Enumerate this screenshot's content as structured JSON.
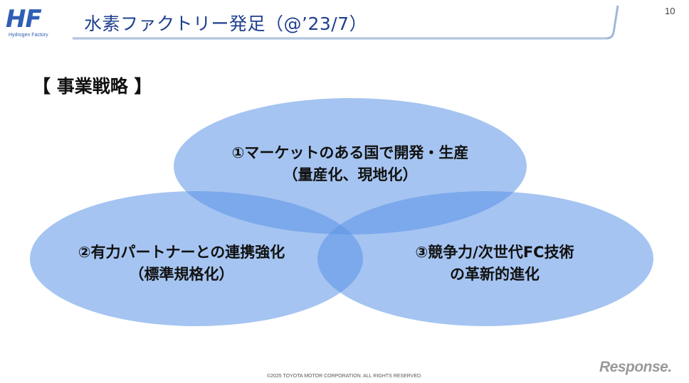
{
  "logo": {
    "mark": "HF",
    "subtitle": "Hydrogen Factory"
  },
  "header": {
    "title": "水素ファクトリー発足（@’23/7）",
    "page_number": "10"
  },
  "section_title": "【 事業戦略 】",
  "strategies": [
    {
      "line1": "①マーケットのある国で開発・生産",
      "line2": "（量産化、現地化）"
    },
    {
      "line1": "②有力パートナーとの連携強化",
      "line2": "（標準規格化）"
    },
    {
      "line1": "③競争力/次世代FC技術",
      "line2": "の革新的進化"
    }
  ],
  "colors": {
    "circle_fill": "#5b93e6",
    "title_blue": "#1f3f8f",
    "accent_blue": "#2f5fb5"
  },
  "footer": {
    "copyright": "©2025 TOYOTA MOTOR CORPORATION. ALL RIGHTS RESERVED.",
    "watermark": "Response."
  }
}
